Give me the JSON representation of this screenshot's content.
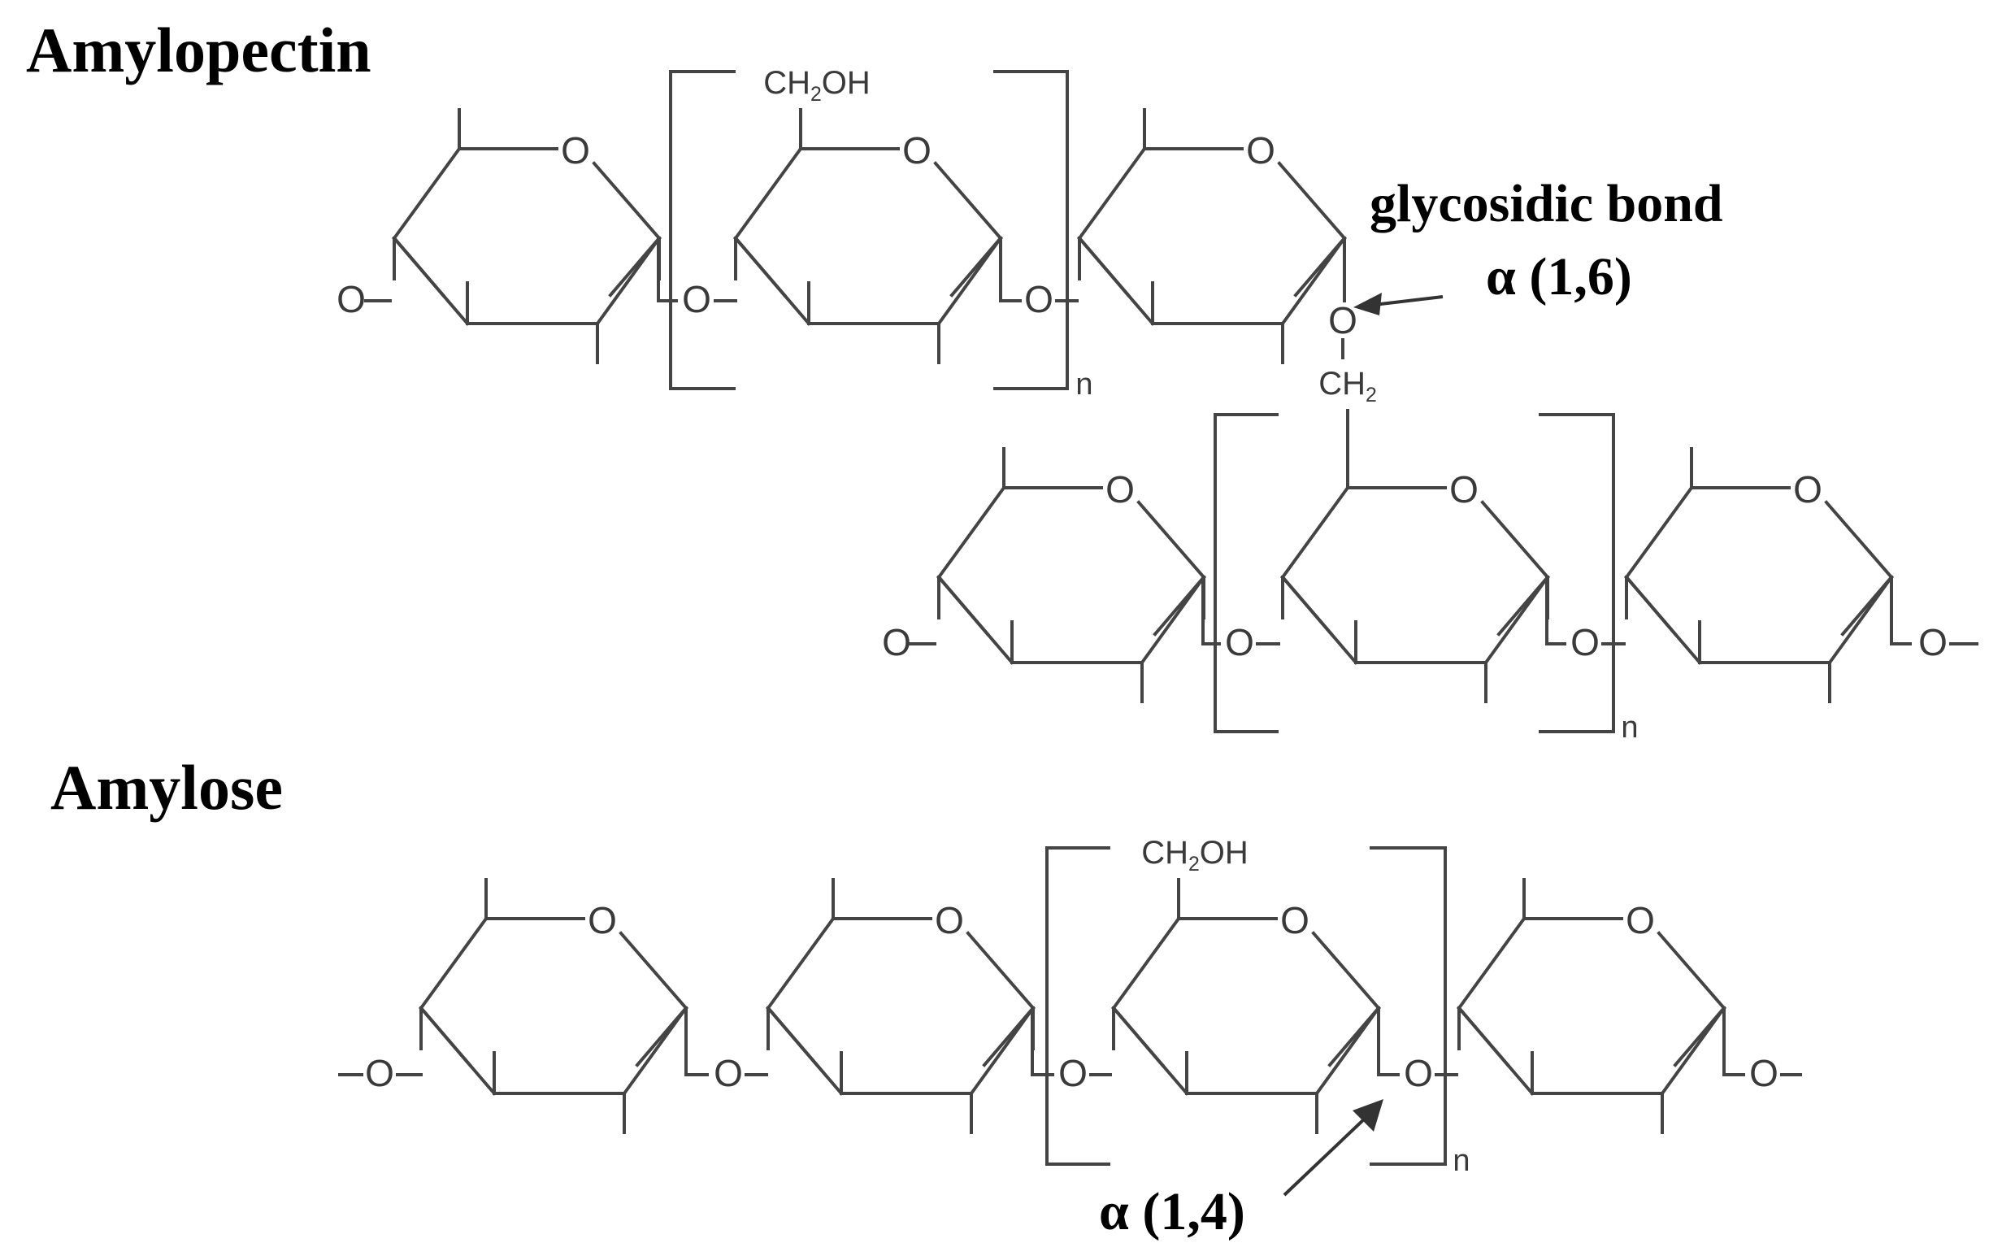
{
  "titles": {
    "amylopectin": "Amylopectin",
    "amylose": "Amylose"
  },
  "annotations": {
    "glycosidic_bond": "glycosidic bond",
    "alpha_1_6": "α (1,6)",
    "alpha_1_4": "α (1,4)"
  },
  "atoms": {
    "ring_oxygen": "O",
    "linking_oxygen": "O",
    "ch2oh": "CH",
    "ch2oh_sub": "2",
    "ch2oh_tail": "OH",
    "ch2": "CH",
    "ch2_sub": "2",
    "repeat_n": "n"
  }
}
